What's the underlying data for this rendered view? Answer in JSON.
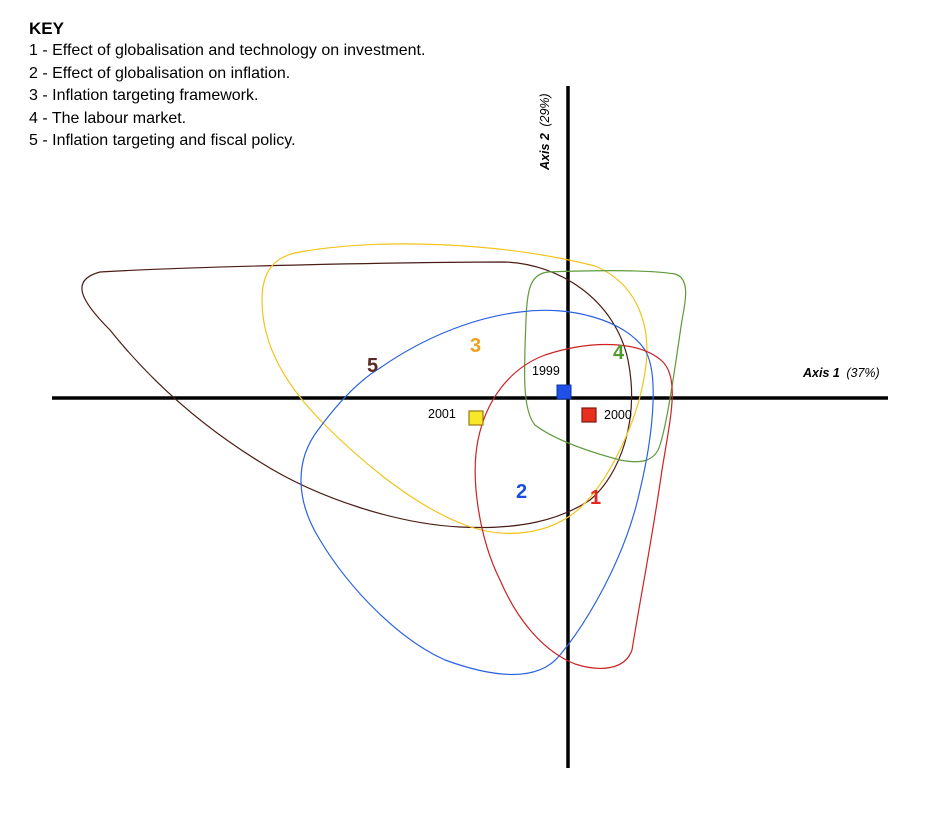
{
  "key": {
    "title": "KEY",
    "items": [
      "1 - Effect of globalisation and technology on investment.",
      "2 - Effect of globalisation on inflation.",
      "3 - Inflation targeting framework.",
      "4 - The labour market.",
      "5 - Inflation targeting and fiscal policy."
    ]
  },
  "axes": {
    "axis1_name": "Axis 1",
    "axis1_pct": "(37%)",
    "axis2_name": "Axis 2",
    "axis2_pct": "(29%)"
  },
  "groups": [
    {
      "label": "1",
      "color": "#e8251b"
    },
    {
      "label": "2",
      "color": "#1a4fe0"
    },
    {
      "label": "3",
      "color": "#f0a020"
    },
    {
      "label": "4",
      "color": "#4f9a2c"
    },
    {
      "label": "5",
      "color": "#5a2a22"
    }
  ],
  "outline_colors": {
    "1": "#cc2222",
    "2": "#2a62e0",
    "3": "#f2c41a",
    "4": "#5e9a3a",
    "5": "#4a1c16"
  },
  "points": [
    {
      "label": "1999",
      "color": "#1f50e8"
    },
    {
      "label": "2000",
      "color": "#e8301c"
    },
    {
      "label": "2001",
      "color": "#f7e82a"
    }
  ]
}
